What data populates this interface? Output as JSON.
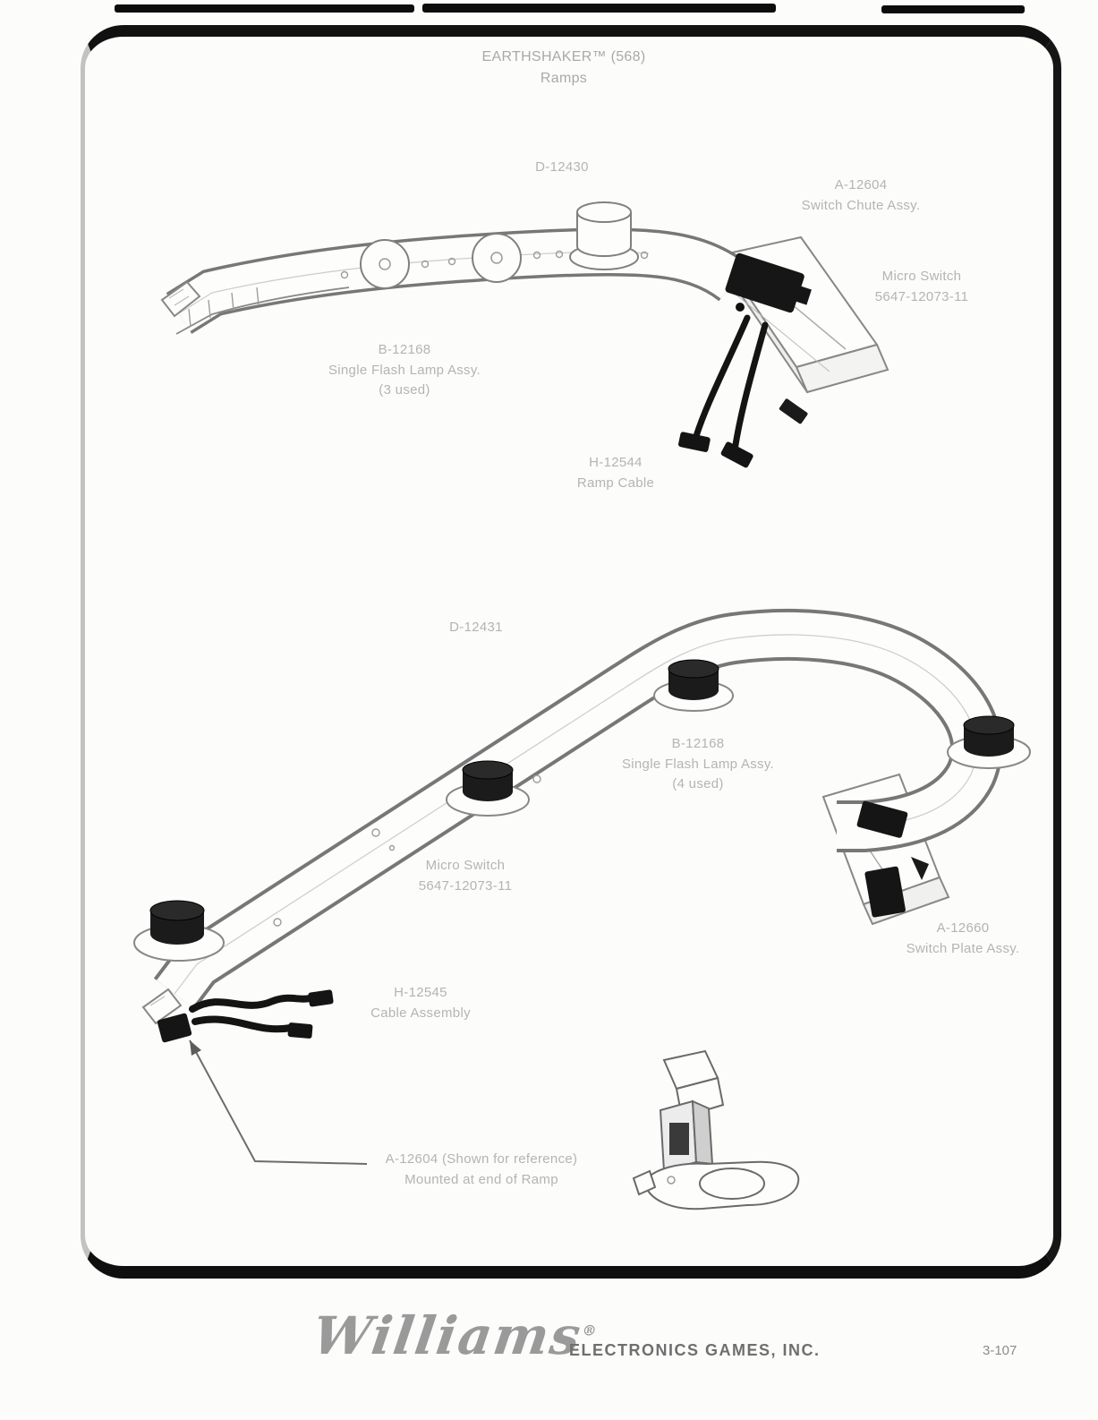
{
  "page": {
    "title": "EARTHSHAKER™ (568)",
    "subtitle": "Ramps"
  },
  "top_diagram": {
    "ramp_part": "D-12430",
    "switch_chute": {
      "line1": "A-12604",
      "line2": "Switch Chute Assy."
    },
    "micro_switch": {
      "line1": "Micro Switch",
      "line2": "5647-12073-11"
    },
    "flash_lamp": {
      "line1": "B-12168",
      "line2": "Single Flash Lamp Assy.",
      "line3": "(3 used)"
    },
    "ramp_cable": {
      "line1": "H-12544",
      "line2": "Ramp Cable"
    }
  },
  "bottom_diagram": {
    "ramp_part": "D-12431",
    "flash_lamp": {
      "line1": "B-12168",
      "line2": "Single Flash Lamp Assy.",
      "line3": "(4 used)"
    },
    "micro_switch": {
      "line1": "Micro Switch",
      "line2": "5647-12073-11"
    },
    "switch_plate": {
      "line1": "A-12660",
      "line2": "Switch Plate Assy."
    },
    "cable_assembly": {
      "line1": "H-12545",
      "line2": "Cable Assembly"
    },
    "reference_note": {
      "line1": "A-12604 (Shown for reference)",
      "line2": "Mounted at end of Ramp"
    }
  },
  "footer": {
    "brand": "Williams",
    "reg": "®",
    "company": "ELECTRONICS GAMES, INC.",
    "page_number": "3-107"
  },
  "colors": {
    "line_art": "#777777",
    "solid_part": "#161616",
    "faint_text": "#b4b4b4"
  }
}
